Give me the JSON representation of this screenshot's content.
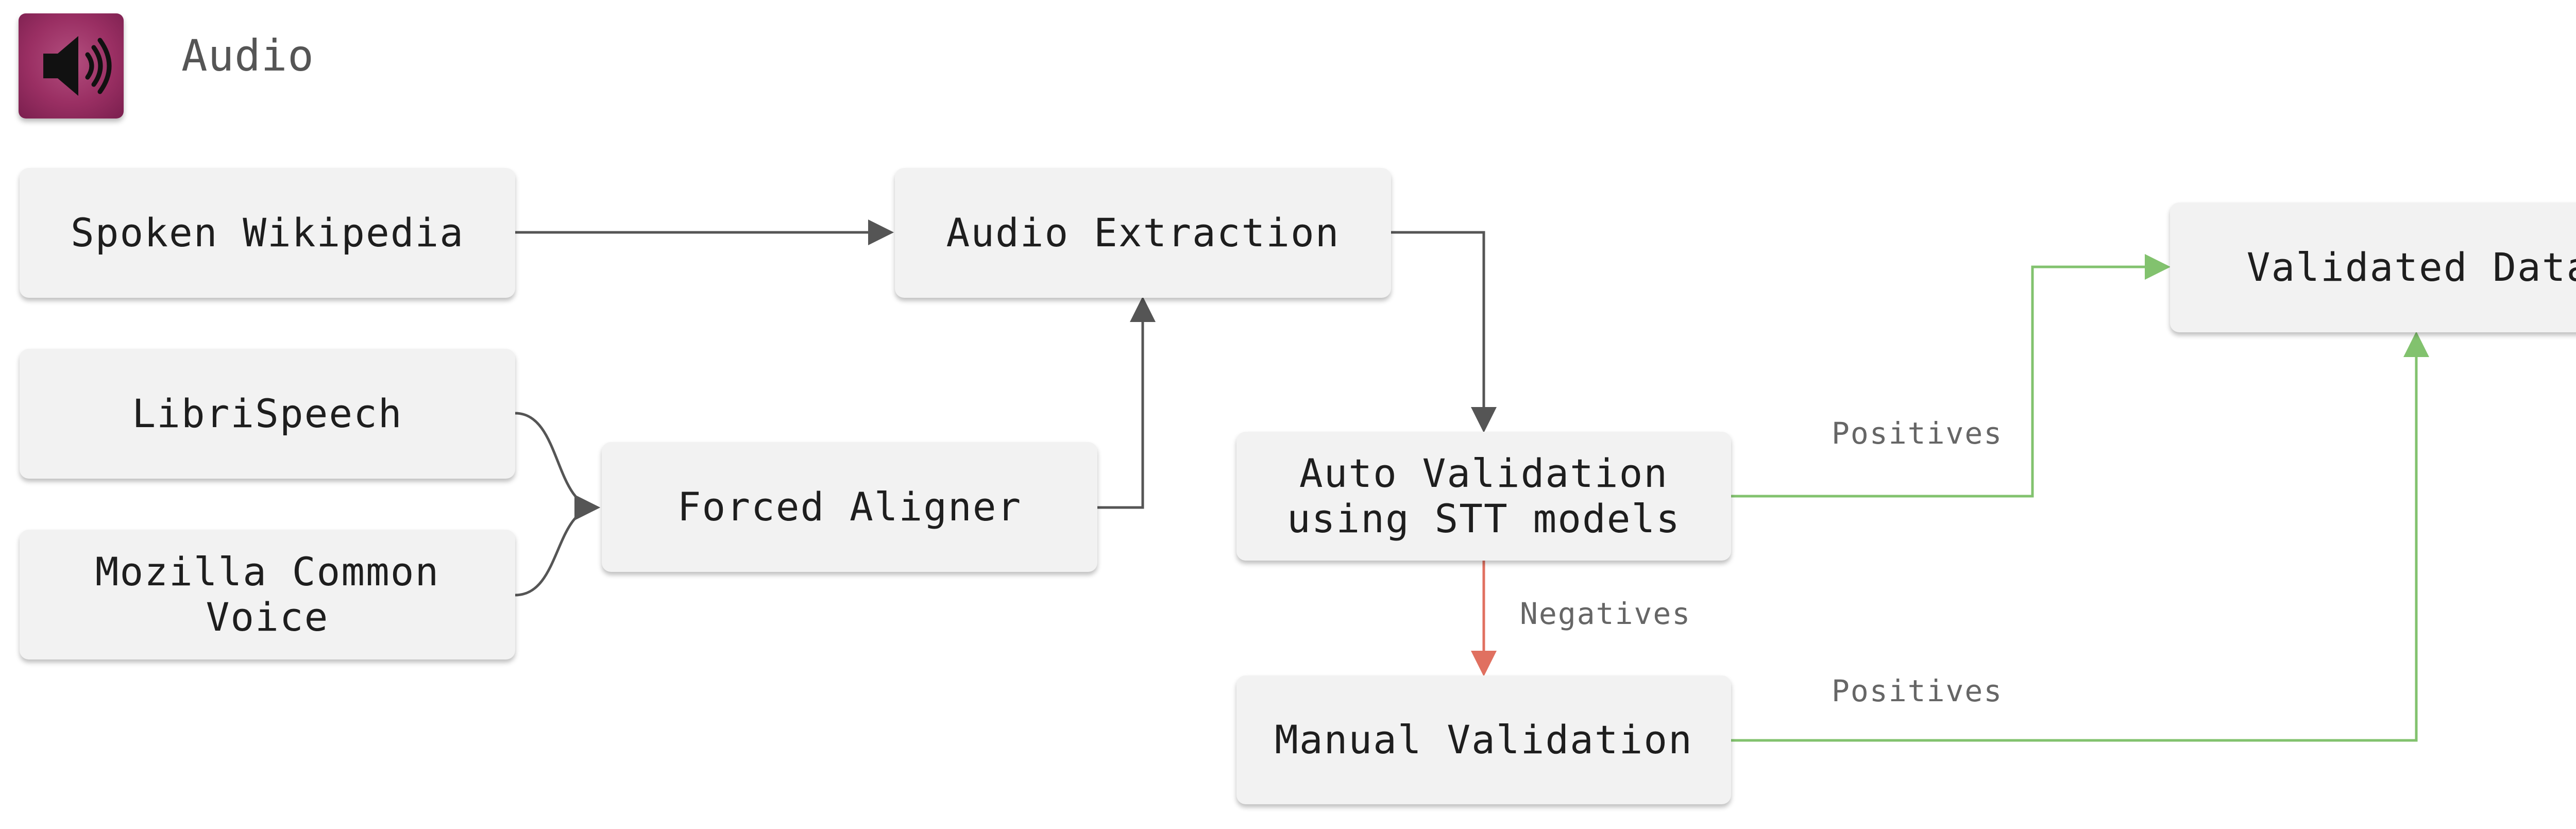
{
  "header": {
    "title": "Audio",
    "icon": "speaker-icon",
    "icon_color": "#9a2f63"
  },
  "nodes": {
    "spoken_wikipedia": "Spoken Wikipedia",
    "librispeech": "LibriSpeech",
    "mozilla_common_voice": "Mozilla Common\nVoice",
    "forced_aligner": "Forced Aligner",
    "audio_extraction": "Audio Extraction",
    "auto_validation": "Auto Validation\nusing STT models",
    "manual_validation": "Manual Validation",
    "validated_data": "Validated Data"
  },
  "edge_labels": {
    "auto_positives": "Positives",
    "negatives": "Negatives",
    "manual_positives": "Positives"
  },
  "colors": {
    "node_fill": "#f2f2f2",
    "default_edge": "#555555",
    "positive_edge": "#82c26e",
    "negative_edge": "#e07060"
  }
}
